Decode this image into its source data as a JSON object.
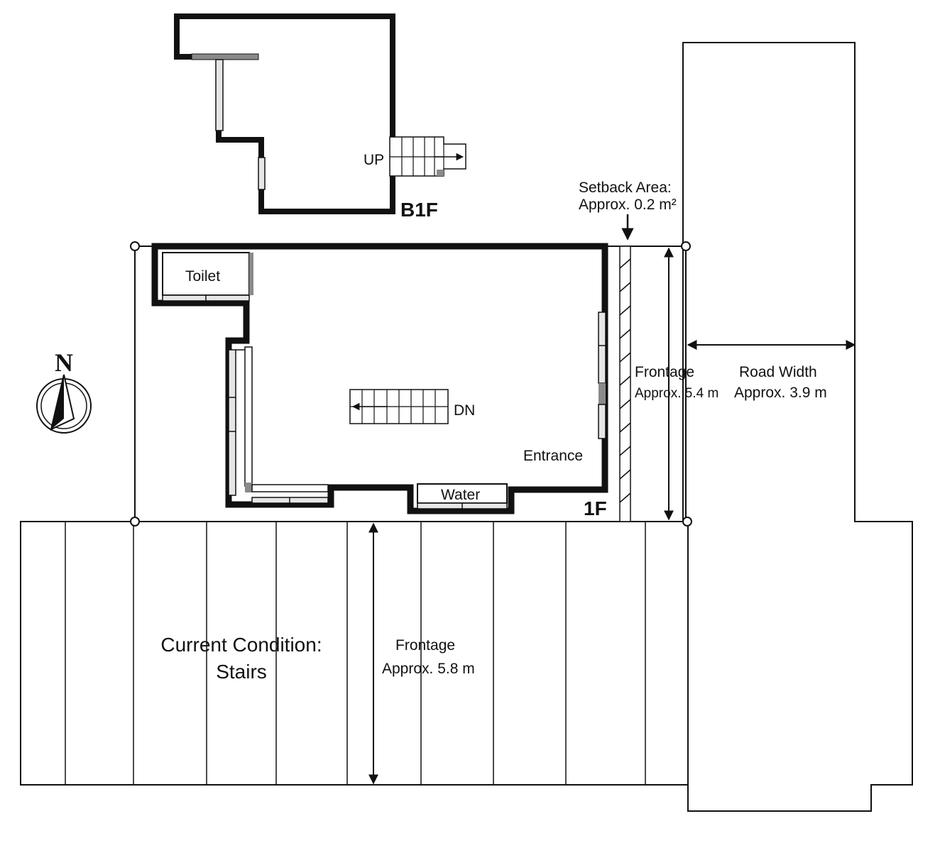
{
  "floors": {
    "b1f": {
      "label": "B1F",
      "stairs_label": "UP"
    },
    "f1": {
      "label": "1F",
      "stairs_label": "DN"
    }
  },
  "rooms": {
    "toilet": "Toilet",
    "water": "Water",
    "entrance": "Entrance"
  },
  "annotations": {
    "setback_line1": "Setback Area:",
    "setback_line2": "Approx. 0.2 m²",
    "frontage_east_line1": "Frontage",
    "frontage_east_line2": "Approx. 5.4 m",
    "road_width_line1": "Road Width",
    "road_width_line2": "Approx. 3.9 m",
    "frontage_south_line1": "Frontage",
    "frontage_south_line2": "Approx. 5.8 m",
    "current_condition_line1": "Current Condition:",
    "current_condition_line2": "Stairs"
  },
  "compass": {
    "label": "N",
    "icon": "north-arrow-icon"
  },
  "colors": {
    "line": "#111111",
    "wall": "#111111",
    "window_fill": "#e6e6e6",
    "accent_gray": "#8a8a8a"
  }
}
